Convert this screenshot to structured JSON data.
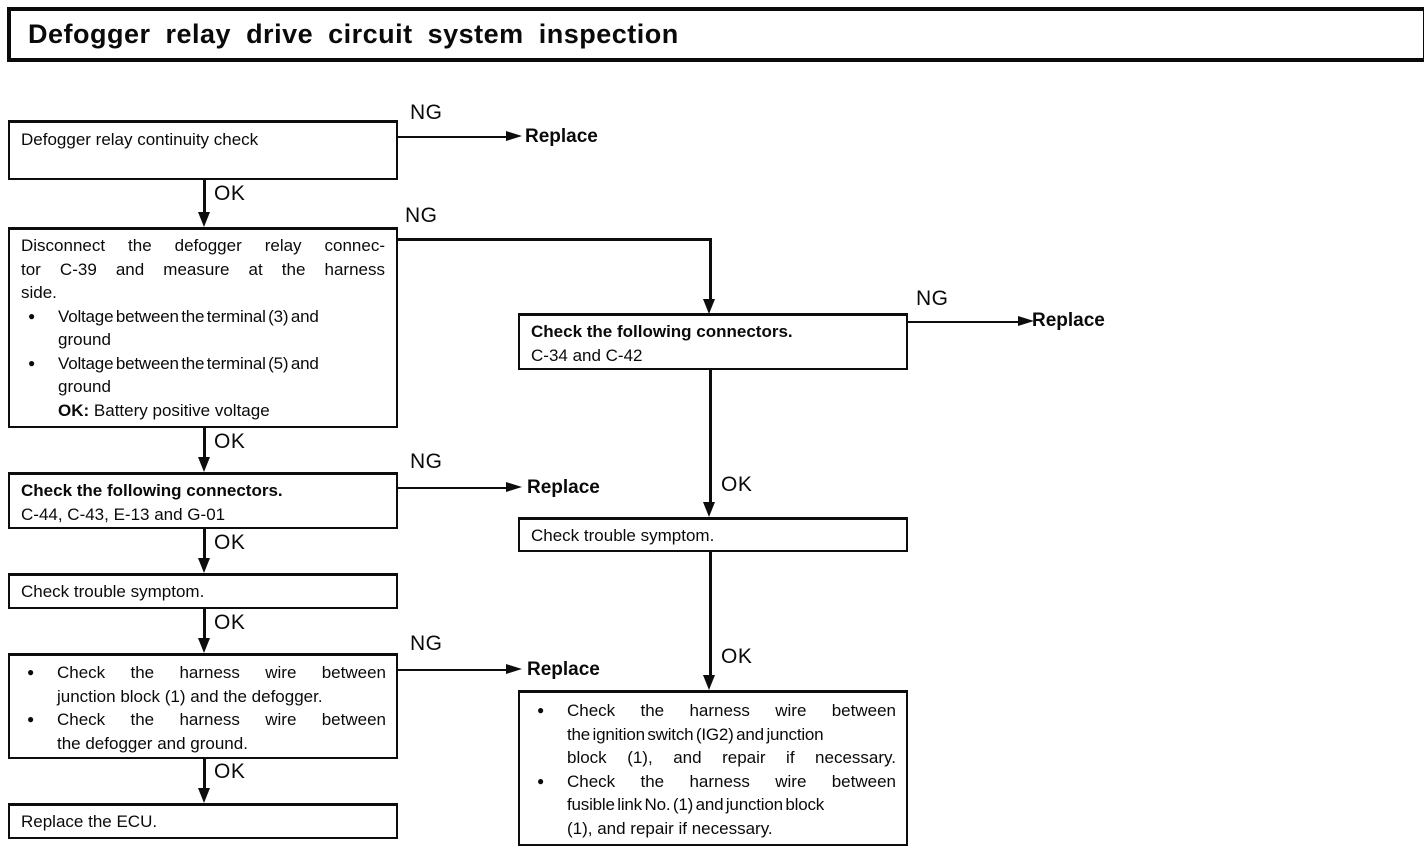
{
  "title": "Defogger relay drive circuit system inspection",
  "labels": {
    "ng": "NG",
    "ok": "OK",
    "replace": "Replace",
    "bullet": "●"
  },
  "nodes": {
    "continuity": {
      "text": "Defogger relay continuity check"
    },
    "disconnect": {
      "para": [
        "Disconnect the defogger relay connec-",
        "tor C-39 and measure at the harness",
        "side."
      ],
      "bullets": [
        {
          "lines": [
            "Voltage between the terminal (3) and",
            "ground"
          ]
        },
        {
          "lines": [
            "Voltage between the terminal (5) and",
            "ground"
          ]
        }
      ],
      "ok_label": "OK:",
      "ok_text": "Battery positive voltage"
    },
    "connectors_left": {
      "heading": "Check the following connectors.",
      "detail": "C-44, C-43, E-13 and G-01"
    },
    "trouble_left": {
      "text": "Check trouble symptom."
    },
    "harness_left": {
      "bullets": [
        {
          "lines": [
            "Check the harness wire between",
            "junction block (1) and the defogger."
          ]
        },
        {
          "lines": [
            "Check the harness wire between",
            "the defogger and ground."
          ]
        }
      ]
    },
    "replace_ecu": {
      "text": "Replace the ECU."
    },
    "connectors_right": {
      "heading": "Check the following connectors.",
      "detail": "C-34 and C-42"
    },
    "trouble_right": {
      "text": "Check trouble symptom."
    },
    "harness_right": {
      "bullets": [
        {
          "lines": [
            "Check the harness wire between",
            "the ignition switch (IG2) and junction",
            "block (1), and repair if necessary."
          ]
        },
        {
          "lines": [
            "Check the harness wire between",
            "fusible link No. (1) and junction block",
            "(1), and repair if necessary."
          ]
        }
      ]
    }
  }
}
